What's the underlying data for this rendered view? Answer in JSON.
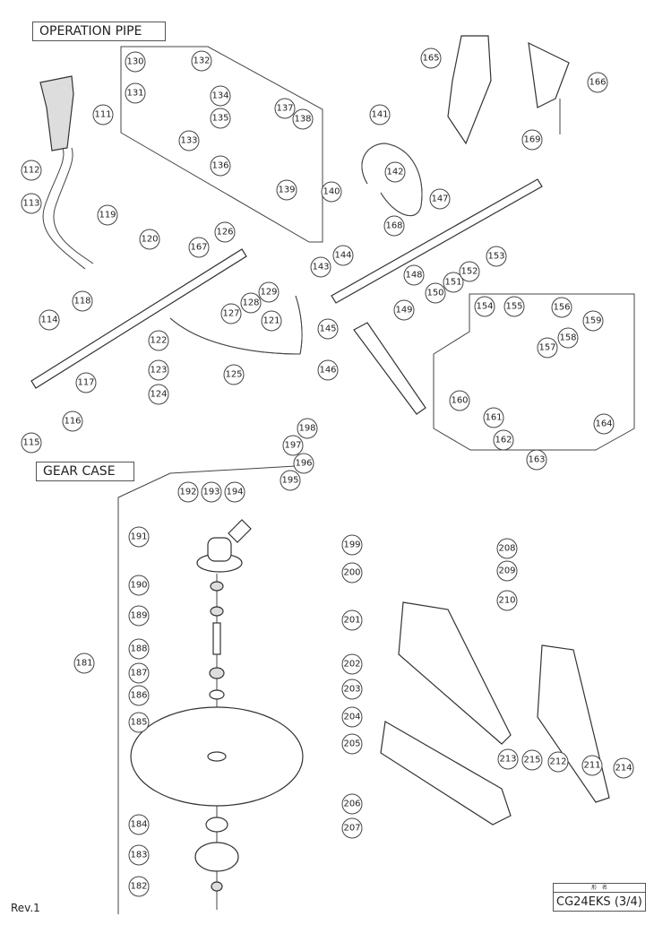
{
  "sections": {
    "operation_pipe": "OPERATION PIPE",
    "gear_case": "GEAR CASE"
  },
  "revision": "Rev.1",
  "model": {
    "header": "形　名",
    "value": "CG24EKS (3/4)"
  },
  "part_numbers": {
    "operation_pipe": [
      "111",
      "112",
      "113",
      "114",
      "115",
      "116",
      "117",
      "118",
      "119",
      "120",
      "121",
      "122",
      "123",
      "124",
      "125",
      "126",
      "127",
      "128",
      "129",
      "130",
      "131",
      "132",
      "133",
      "134",
      "135",
      "136",
      "137",
      "138",
      "139",
      "140",
      "141",
      "142",
      "143",
      "144",
      "145",
      "146",
      "147",
      "148",
      "149",
      "150",
      "151",
      "152",
      "153",
      "154",
      "155",
      "156",
      "157",
      "158",
      "159",
      "160",
      "161",
      "162",
      "163",
      "164",
      "165",
      "166",
      "167",
      "168",
      "169"
    ],
    "gear_case": [
      "181",
      "182",
      "183",
      "184",
      "185",
      "186",
      "187",
      "188",
      "189",
      "190",
      "191",
      "192",
      "193",
      "194",
      "195",
      "196",
      "197",
      "198",
      "199",
      "200",
      "201",
      "202",
      "203",
      "204",
      "205",
      "206",
      "207",
      "208",
      "209",
      "210",
      "211",
      "212",
      "213",
      "214",
      "215"
    ]
  }
}
